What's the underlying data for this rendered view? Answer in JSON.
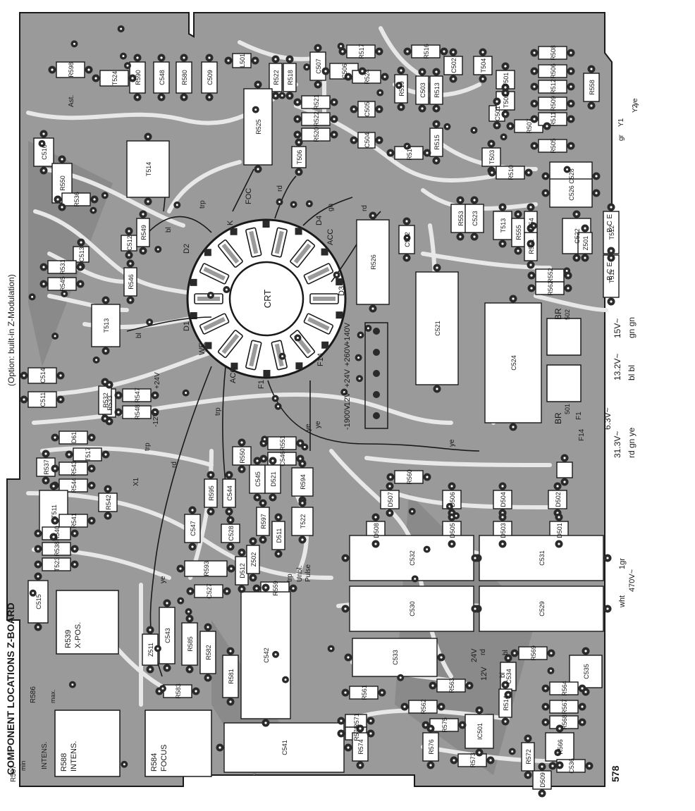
{
  "colors": {
    "board": "#9a9a9a",
    "trace": "#e8e8e8",
    "ink": "#1a1a1a",
    "pad": "#2a2a2a",
    "paper": "#ffffff"
  },
  "header": {
    "title": "COMPONENT LOCATIONS Z-BOARD",
    "subtitle": "(Option: built-in Z-Modulation)"
  },
  "board_number": "578",
  "crt": {
    "label": "CRT"
  },
  "crt_pins": [
    "D1",
    "D2",
    "K",
    "FOC",
    "D4",
    "ACC",
    "D3",
    "F14",
    "F1",
    "ACC",
    "WE"
  ],
  "wire_labels": [
    "trp",
    "rd",
    "gn",
    "rd",
    "bl",
    "bl",
    "trp",
    "ye",
    "ye",
    "rd",
    "ye",
    "trp",
    "X1",
    "-12V",
    "+24V",
    "bl",
    "bl",
    "rd",
    "ye",
    "Y1",
    "Y2",
    "gr",
    "ye"
  ],
  "supply_labels": [
    "+140V",
    "+260V",
    "+24V",
    "-12V",
    "-1900V"
  ],
  "connectors": {
    "br502": {
      "name": "BR",
      "number": "502",
      "lines": [
        "15V~",
        "gn gn"
      ]
    },
    "br501": {
      "name": "BR",
      "number": "501",
      "lines": [
        "13.2V~",
        "bl bl"
      ]
    },
    "f_lines": [
      "F1",
      "F14",
      "6.3V~",
      "31.3V~",
      "rd gn ye"
    ],
    "transformer": [
      "470V~",
      "wht",
      "1gr"
    ],
    "supply_small": [
      "24V",
      "12V"
    ]
  },
  "controls": {
    "r539": [
      "R539",
      "X-POS."
    ],
    "r588": [
      "R588",
      "INTENS."
    ],
    "r584": [
      "R584",
      "FOCUS"
    ],
    "r586": [
      "R586",
      "INTENS."
    ],
    "max_label": "max.",
    "min_label": "min",
    "r587": "R587"
  },
  "misc": [
    "Unbl.",
    "Pulse",
    "trp",
    "Ast.",
    "B C E",
    "B C E"
  ],
  "components": [
    "R598",
    "T524",
    "R590",
    "C548",
    "R580",
    "C509",
    "L501",
    "R522",
    "R518",
    "C507",
    "R517",
    "C506",
    "R524",
    "R516",
    "C502",
    "T504",
    "R508",
    "R506",
    "R512",
    "R509",
    "R558",
    "C516",
    "T514",
    "R550",
    "R525",
    "T506",
    "R521",
    "R519",
    "C505",
    "R522",
    "R520",
    "C504",
    "R514",
    "R515",
    "C503",
    "R513",
    "C501",
    "T503",
    "R507",
    "R505",
    "R511",
    "T501",
    "T502",
    "R510",
    "C528",
    "C526",
    "R536",
    "R553",
    "C523",
    "T513",
    "R555",
    "R554",
    "R551",
    "C522",
    "Z501",
    "T512",
    "T511",
    "R552",
    "R562",
    "C513",
    "C512",
    "R549",
    "R531",
    "R546",
    "R545",
    "R526",
    "C502",
    "C521",
    "C524",
    "T513",
    "C514",
    "C511",
    "R533",
    "R547",
    "R548",
    "R532",
    "D61",
    "T517",
    "R537",
    "R543",
    "R544",
    "T511",
    "R542",
    "R541",
    "R540",
    "R538",
    "T523",
    "R550",
    "R551",
    "C546",
    "C545",
    "D521",
    "R594",
    "R595",
    "C544",
    "C547",
    "R597",
    "D511",
    "T522",
    "C528",
    "R593",
    "D512",
    "Z502",
    "R559",
    "C527",
    "R560",
    "D507",
    "D506",
    "D504",
    "D502",
    "D508",
    "D505",
    "D503",
    "D501",
    "C532",
    "C531",
    "C530",
    "C529",
    "C515",
    "C543",
    "R585",
    "R582",
    "Z511",
    "R581",
    "C542",
    "C533",
    "R569",
    "R561",
    "R563",
    "C534",
    "C535",
    "R583",
    "R562",
    "R564",
    "R514",
    "R567",
    "R568",
    "R566",
    "R571",
    "R570",
    "R575",
    "IC501",
    "C541",
    "R574",
    "R576",
    "R573",
    "R572",
    "C536",
    "D509"
  ]
}
